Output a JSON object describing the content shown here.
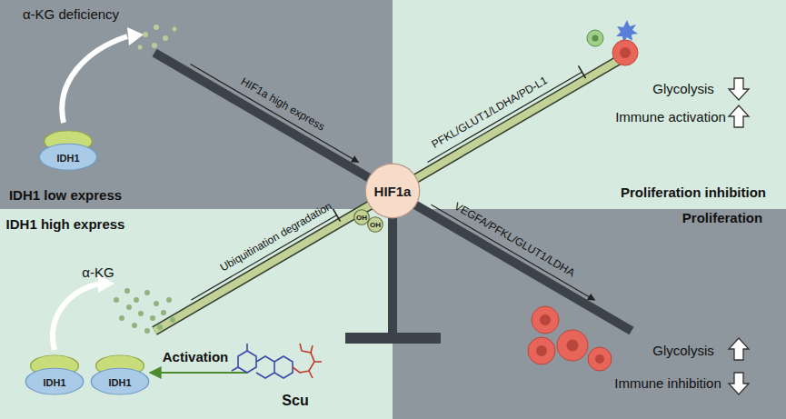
{
  "diagram": {
    "nodes": [
      {
        "text": [
          "IDH1"
        ]
      },
      {
        "text": [
          "HIF1a"
        ]
      },
      {
        "text": [
          "OH"
        ]
      },
      {
        "text": [
          "OH"
        ]
      },
      {
        "text": [
          "IDH1"
        ]
      },
      {
        "text": [
          "IDH1"
        ]
      }
    ],
    "labels": [
      "α-KG deficiency",
      "HIF1a high express",
      "IDH1 low express",
      "PFKL/GLUT1/LDHA/PD-L1",
      "Glycolysis",
      "Immune activation",
      "Proliferation inhibition",
      "IDH1 high express",
      "Ubiquitination degradation",
      "VEGFA/PFKL/GLUT1/LDHA",
      "Proliferation",
      "α-KG",
      "Glycolysis",
      "Immune inhibition",
      "Activation",
      "Scu"
    ]
  }
}
